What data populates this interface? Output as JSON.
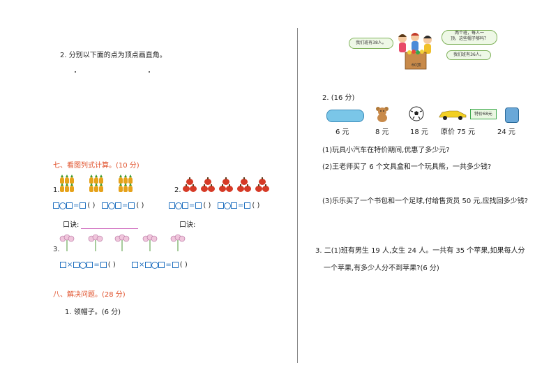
{
  "left": {
    "q2_title": "2. 分别以下面的点为顶点画直角。",
    "sec7_title": "七、看图列式计算。(10 分)",
    "item1_label": "1.",
    "item2_label": "2.",
    "item3_label": "3.",
    "paren": "(  )",
    "koujue_label": "口诀:",
    "sec8_title": "八、解决问题。(28 分)",
    "q1_title": "1. 领帽子。(6 分)"
  },
  "right": {
    "bubble_left": "我们班有38人。",
    "bubble_right_1": "两个班，每人一",
    "bubble_right_2": "顶，这些帽子够吗？",
    "bubble_right_3": "我们班有36人。",
    "box_label": "60顶",
    "q2_title": "2. (16 分)",
    "special_price_tag": "特价68元",
    "prices": [
      "6 元",
      "8 元",
      "18 元",
      "原价 75 元",
      "24 元"
    ],
    "sub1": "(1)玩具小汽车在特价期间,优惠了多少元?",
    "sub2": "(2)王老师买了 6 个文具盒和一个玩具熊，一共多少钱?",
    "sub3": "(3)乐乐买了一个书包和一个足球,付给售货员 50 元,应找回多少钱?",
    "q3_line1": "3. 二(1)班有男生 19 人,女生 24 人。一共有 35 个苹果,如果每人分",
    "q3_line2": "一个苹果,有多少人分不到苹果?(6 分)"
  },
  "colors": {
    "section_red": "#e0502a",
    "box_blue": "#1f6fbf",
    "koujue_underline": "#d070c0"
  }
}
